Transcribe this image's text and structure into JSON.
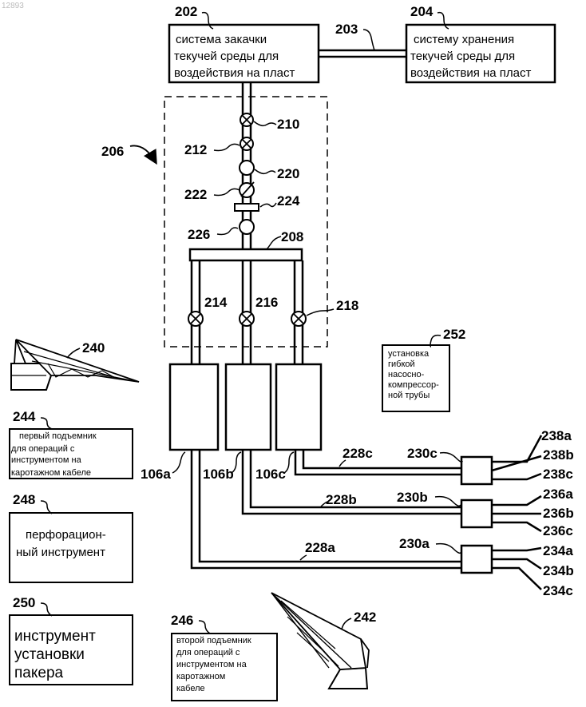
{
  "watermark": "12893",
  "refs": {
    "r202": "202",
    "r203": "203",
    "r204": "204",
    "r206": "206",
    "r208": "208",
    "r210": "210",
    "r212": "212",
    "r214": "214",
    "r216": "216",
    "r218": "218",
    "r220": "220",
    "r222": "222",
    "r224": "224",
    "r226": "226",
    "r106a": "106a",
    "r106b": "106b",
    "r106c": "106c",
    "r228a": "228a",
    "r228b": "228b",
    "r228c": "228c",
    "r230a": "230a",
    "r230b": "230b",
    "r230c": "230c",
    "r234a": "234a",
    "r234b": "234b",
    "r234c": "234c",
    "r236a": "236a",
    "r236b": "236b",
    "r236c": "236c",
    "r238a": "238a",
    "r238b": "238b",
    "r238c": "238c",
    "r240": "240",
    "r242": "242",
    "r244": "244",
    "r246": "246",
    "r248": "248",
    "r250": "250",
    "r252": "252"
  },
  "boxes": {
    "injection_system": [
      "система закачки",
      "текучей среды для",
      "воздействия на пласт"
    ],
    "storage_system": [
      "систему хранения",
      "текучей среды для",
      "воздействия на пласт"
    ],
    "coiled_tubing": [
      "установка",
      "гибкой",
      "насосно-",
      "компрессор-",
      "ной трубы"
    ],
    "first_hoist": [
      "первый подъемник",
      "для операций с",
      "инструментом на",
      "каротажном кабеле"
    ],
    "perforating_tool": [
      "перфорацион-",
      "ный инструмент"
    ],
    "packer_tool": [
      "инструмент",
      "установки",
      "пакера"
    ],
    "second_hoist": [
      "второй подъемник",
      "для операций с",
      "инструментом на",
      "каротажном",
      "кабеле"
    ]
  }
}
